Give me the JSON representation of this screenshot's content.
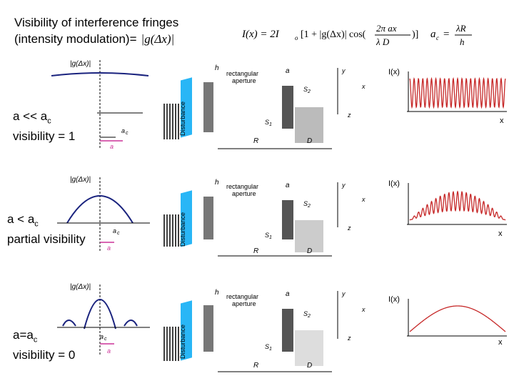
{
  "title": {
    "line1": "Visibility of interference fringes",
    "line2": "(intensity modulation)=",
    "gdx": "|g(Δx)|"
  },
  "formula": {
    "intensity_lhs": "I(x) = 2I",
    "intensity_sub": "o",
    "intensity_mid": "[1 + |g(Δx)| cos(",
    "intensity_num": "2π  ax",
    "intensity_den": "λ   D",
    "intensity_end": ")]",
    "ac_lhs": "a",
    "ac_sub": "c",
    "ac_eq": "=",
    "ac_num": "λR",
    "ac_den": "h"
  },
  "rows": [
    {
      "label_line1": "a << a",
      "label_sub": "c",
      "label_line2": "visibility = 1",
      "gdx_label": "|g(Δx)|",
      "ac_label": "a",
      "ac_sub": "c",
      "a_label": "a",
      "intensity_label": "I(x)",
      "x_label": "x",
      "visibility": 1.0
    },
    {
      "label_line1": "a < a",
      "label_sub": "c",
      "label_line2": "partial visibility",
      "gdx_label": "|g(Δx)|",
      "ac_label": "a",
      "ac_sub": "c",
      "a_label": "a",
      "intensity_label": "I(x)",
      "x_label": "x",
      "visibility": 0.5
    },
    {
      "label_line1": "a=a",
      "label_sub": "c",
      "label_line2": "visibility = 0",
      "gdx_label": "|g(Δx)|",
      "ac_label": "a",
      "ac_sub": "c",
      "a_label": "a",
      "intensity_label": "I(x)",
      "x_label": "x",
      "visibility": 0.0
    }
  ],
  "setup": {
    "disturbance": "Disturbance",
    "aperture_line1": "rectangular",
    "aperture_line2": "aperture",
    "h": "h",
    "a": "a",
    "y": "y",
    "x": "x",
    "z": "z",
    "s1": "S",
    "s1_sub": "1",
    "s2": "S",
    "s2_sub": "2",
    "R": "R",
    "D": "D"
  },
  "colors": {
    "coherence_curve": "#1a237e",
    "intensity_curve": "#c62828",
    "a_arrow": "#cc3399",
    "disturbance_box": "#29b6f6"
  }
}
